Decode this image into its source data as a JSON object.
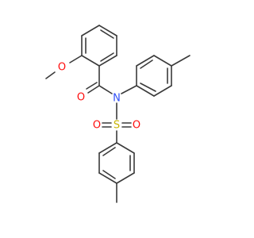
{
  "molecule": {
    "colors": {
      "bond": "#3a3a3a",
      "carbon": "#3a3a3a",
      "oxygen": "#ff0d0d",
      "nitrogen": "#3050f8",
      "sulfur": "#c8b400"
    },
    "atoms": {
      "methoxy_oxygen": "O",
      "carbonyl_oxygen": "O",
      "amide_nitrogen": "N",
      "sulfonyl_sulfur": "S",
      "sulfonyl_oxygen_left": "O",
      "sulfonyl_oxygen_right": "O"
    }
  }
}
